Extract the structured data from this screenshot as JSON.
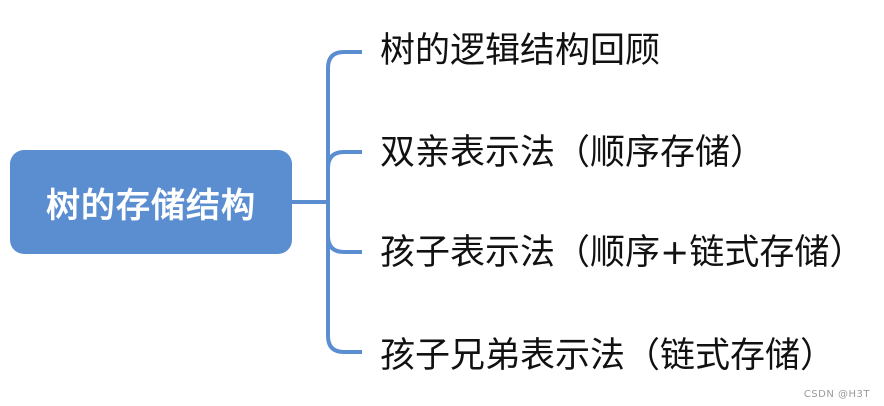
{
  "root": {
    "label": "树的存储结构"
  },
  "branches": [
    {
      "label": "树的逻辑结构回顾"
    },
    {
      "label": "双亲表示法（顺序存储）"
    },
    {
      "label": "孩子表示法（顺序+链式存储）"
    },
    {
      "label": "孩子兄弟表示法（链式存储）"
    }
  ],
  "watermark": "CSDN @H3T",
  "colors": {
    "node_fill": "#5b8ed1",
    "connector": "#5b8ed1",
    "node_text": "#ffffff",
    "branch_text": "#111111"
  }
}
